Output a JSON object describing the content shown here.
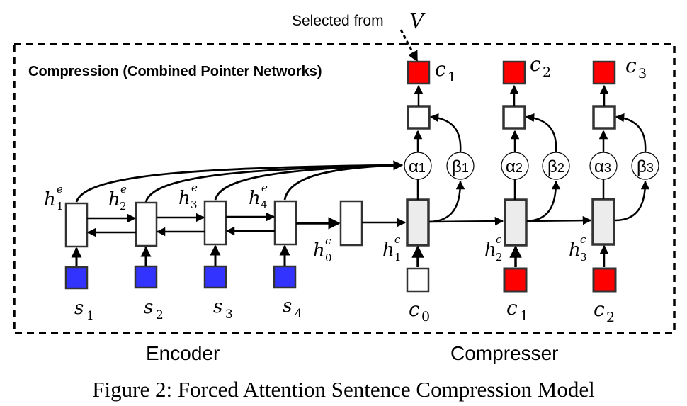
{
  "figure": {
    "caption": "Figure 2: Forced Attention Sentence Compression Model",
    "title": "Compression (Combined Pointer Networks)",
    "annotation": {
      "text": "Selected from",
      "symbol": "V"
    },
    "section_labels": {
      "encoder": "Encoder",
      "compresser": "Compresser"
    },
    "colors": {
      "input_token": "#3333ff",
      "output_token": "#ff0000",
      "compresser_cell": "#ececec",
      "border": "#333333"
    }
  },
  "encoder": {
    "hidden_states": [
      {
        "base": "h",
        "sup": "e",
        "sub": "1"
      },
      {
        "base": "h",
        "sup": "e",
        "sub": "2"
      },
      {
        "base": "h",
        "sup": "e",
        "sub": "3"
      },
      {
        "base": "h",
        "sup": "e",
        "sub": "4"
      }
    ],
    "inputs": [
      {
        "base": "s",
        "sub": "1"
      },
      {
        "base": "s",
        "sub": "2"
      },
      {
        "base": "s",
        "sub": "3"
      },
      {
        "base": "s",
        "sub": "4"
      }
    ],
    "init_state": {
      "base": "h",
      "sup": "c",
      "sub": "0"
    }
  },
  "compresser": {
    "hidden_states": [
      {
        "base": "h",
        "sup": "c",
        "sub": "1"
      },
      {
        "base": "h",
        "sup": "c",
        "sub": "2"
      },
      {
        "base": "h",
        "sup": "c",
        "sub": "3"
      }
    ],
    "alphas": [
      {
        "base": "α",
        "sub": "1"
      },
      {
        "base": "α",
        "sub": "2"
      },
      {
        "base": "α",
        "sub": "3"
      }
    ],
    "betas": [
      {
        "base": "β",
        "sub": "1"
      },
      {
        "base": "β",
        "sub": "2"
      },
      {
        "base": "β",
        "sub": "3"
      }
    ],
    "inputs": [
      {
        "base": "c",
        "sub": "0"
      },
      {
        "base": "c",
        "sub": "1"
      },
      {
        "base": "c",
        "sub": "2"
      }
    ],
    "outputs": [
      {
        "base": "c",
        "sub": "1"
      },
      {
        "base": "c",
        "sub": "2"
      },
      {
        "base": "c",
        "sub": "3"
      }
    ]
  }
}
